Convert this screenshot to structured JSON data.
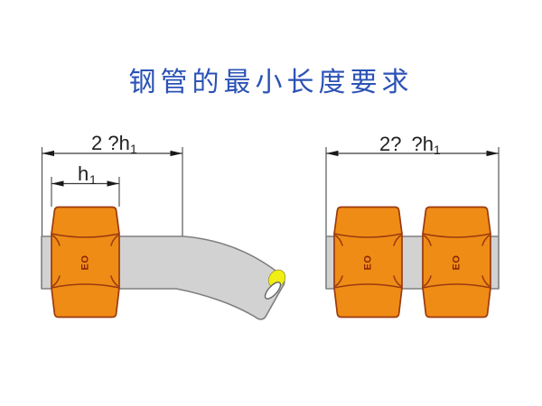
{
  "title": {
    "text": "钢管的最小长度要求",
    "color": "#2b52b5"
  },
  "figures": {
    "left": {
      "dim_outer": {
        "label": "2 ?h",
        "sub": "1"
      },
      "dim_inner": {
        "label": "h",
        "sub": "1"
      },
      "nut_marking": "EO"
    },
    "right": {
      "dim_outer": {
        "label": "2? ?h",
        "sub": "1"
      },
      "nut_marking_1": "EO",
      "nut_marking_2": "EO"
    }
  },
  "colors": {
    "title_blue": "#2b52b5",
    "nut_orange": "#ef8c15",
    "nut_outline": "#9a3a10",
    "pipe_gray": "#d2d2d2",
    "pipe_outline": "#7f7f7f",
    "tip_yellow": "#f0ee12",
    "dim_line": "#3c3c3c"
  }
}
